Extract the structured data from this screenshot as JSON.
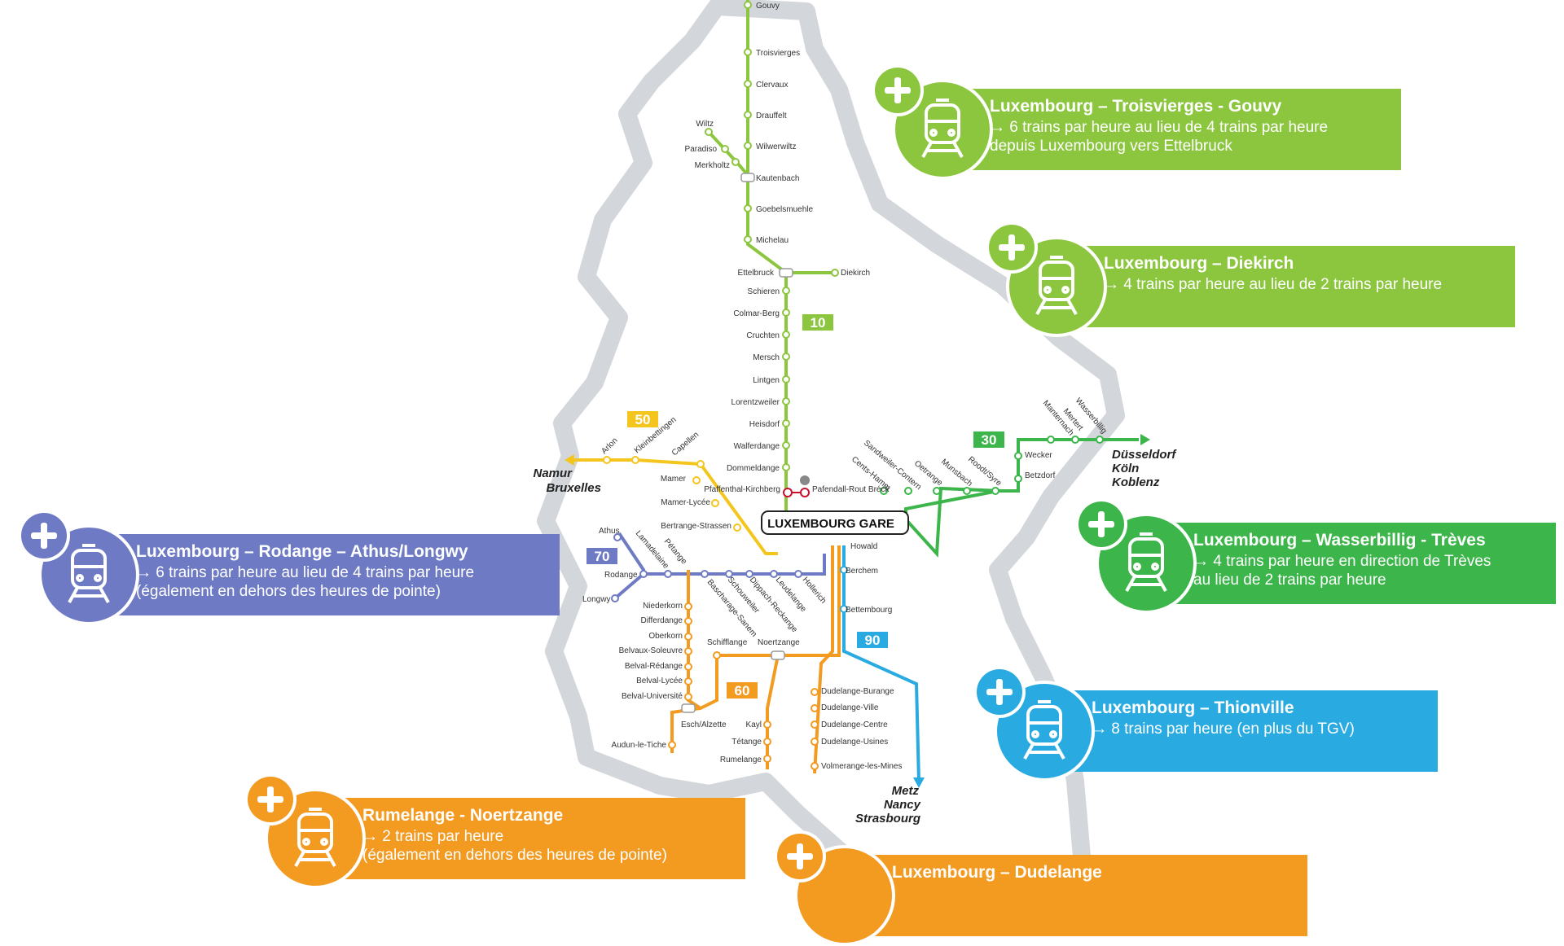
{
  "colors": {
    "line10": "#8cc63f",
    "line30": "#3cb54a",
    "line50": "#f4c51c",
    "line60": "#f39a21",
    "line70": "#6e7bc4",
    "line90": "#29abe2",
    "border": "#d3d6da"
  },
  "map": {
    "central_station": "LUXEMBOURG GARE",
    "lines": [
      {
        "number": "10",
        "color": "#8cc63f"
      },
      {
        "number": "30",
        "color": "#3cb54a"
      },
      {
        "number": "50",
        "color": "#f4c51c"
      },
      {
        "number": "60",
        "color": "#f39a21"
      },
      {
        "number": "70",
        "color": "#6e7bc4"
      },
      {
        "number": "90",
        "color": "#29abe2"
      }
    ],
    "destinations": {
      "west": [
        "Namur",
        "Bruxelles"
      ],
      "east": [
        "Düsseldorf",
        "Köln",
        "Koblenz"
      ],
      "south": [
        "Metz",
        "Nancy",
        "Strasbourg"
      ]
    },
    "stations": {
      "line10_north": [
        "Gouvy",
        "Troisvierges",
        "Clervaux",
        "Drauffelt",
        "Wilwerwiltz",
        "Kautenbach",
        "Goebelsmuehle",
        "Michelau"
      ],
      "wiltz_branch": [
        "Wiltz",
        "Paradiso",
        "Merkholtz"
      ],
      "line10_south": [
        "Ettelbruck",
        "Schieren",
        "Colmar-Berg",
        "Cruchten",
        "Mersch",
        "Lintgen",
        "Lorentzweiler",
        "Heisdorf",
        "Walferdange",
        "Dommeldange"
      ],
      "diekirch": "Diekirch",
      "kirchberg": "Pfaffenthal-Kirchberg",
      "pafendall": "Pafendall-Rout Bréck",
      "line30": [
        "Sandweiler-Contern",
        "Cents-Hamm",
        "Oetrange",
        "Munsbach",
        "Roodt/Syre",
        "Betzdorf",
        "Wecker",
        "Manternach",
        "Mertert",
        "Wasserbillig"
      ],
      "line50": [
        "Arlon",
        "Kleinbettingen",
        "Capellen",
        "Mamer",
        "Mamer-Lycée",
        "Bertrange-Strassen"
      ],
      "line70_branch": [
        "Athus",
        "Rodange",
        "Longwy",
        "Lamadelaine",
        "Pétange"
      ],
      "line70_main": [
        "Bascharage-Sanem",
        "Schouweiler",
        "Dippach-Reckange",
        "Leudelange",
        "Hollerich"
      ],
      "line60_west": [
        "Niederkorn",
        "Differdange",
        "Oberkorn",
        "Belvaux-Soleuvre",
        "Belval-Rédange",
        "Belval-Lycée",
        "Belval-Université",
        "Esch/Alzette",
        "Audun-le-Tiche"
      ],
      "line60_mid": [
        "Schifflange",
        "Noertzange",
        "Kayl",
        "Tétange",
        "Rumelange"
      ],
      "line60_dudelange": [
        "Dudelange-Burange",
        "Dudelange-Ville",
        "Dudelange-Centre",
        "Dudelange-Usines",
        "Volmerange-les-Mines"
      ],
      "line90": [
        "Howald",
        "Berchem",
        "Bettembourg"
      ]
    }
  },
  "callouts": [
    {
      "title": "Luxembourg – Troisvierges - Gouvy",
      "desc": "→ 6 trains par heure au lieu de 4 trains par heure\ndepuis Luxembourg vers Ettelbruck",
      "color": "#8cc63f"
    },
    {
      "title": "Luxembourg – Diekirch",
      "desc": "→ 4 trains par heure au lieu de 2 trains par heure",
      "color": "#8cc63f"
    },
    {
      "title": "Luxembourg – Wasserbillig - Trèves",
      "desc": "→ 4 trains par heure en direction de Trèves\nau lieu de 2 trains par heure",
      "color": "#3cb54a"
    },
    {
      "title": "Luxembourg – Rodange – Athus/Longwy",
      "desc": "→ 6 trains par heure au lieu de 4 trains par heure\n(également en dehors des heures de pointe)",
      "color": "#6e7bc4"
    },
    {
      "title": "Luxembourg – Thionville",
      "desc": "→ 8 trains par heure (en plus du TGV)",
      "color": "#29abe2"
    },
    {
      "title": "Rumelange - Noertzange",
      "desc": "→ 2 trains par heure\n(également en dehors des heures de pointe)",
      "color": "#f39a21"
    },
    {
      "title": "Luxembourg – Dudelange",
      "desc": "",
      "color": "#f39a21"
    }
  ]
}
